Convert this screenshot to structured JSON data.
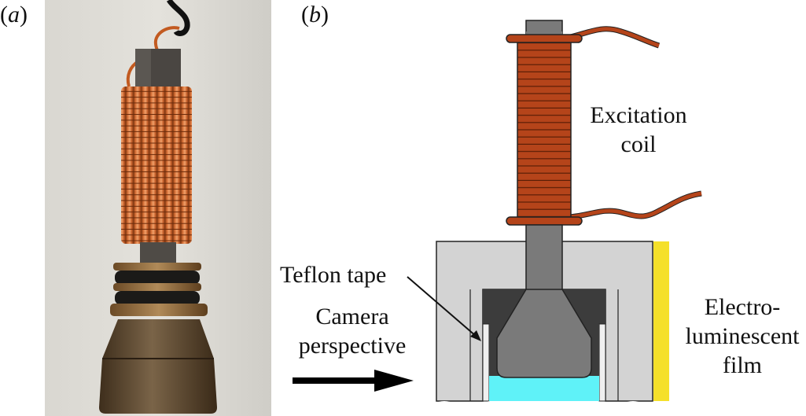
{
  "panel_a": {
    "label_open": "(",
    "label_letter": "a",
    "label_close": ")"
  },
  "panel_b": {
    "label_open": "(",
    "label_letter": "b",
    "label_close": ")"
  },
  "labels": {
    "excitation_coil": [
      "Excitation",
      "coil"
    ],
    "teflon_tape": "Teflon tape",
    "camera_perspective": [
      "Camera",
      "perspective"
    ],
    "electroluminescent_film": [
      "Electro-",
      "luminescent",
      "film"
    ]
  },
  "colors": {
    "coil": "#b5441a",
    "coil_dark": "#7a2a0c",
    "housing": "#d3d3d3",
    "core": "#7a7a7a",
    "cavity": "#3c3c3c",
    "fluid": "#5ff2f8",
    "film": "#f5e02a",
    "outline": "#222222"
  }
}
